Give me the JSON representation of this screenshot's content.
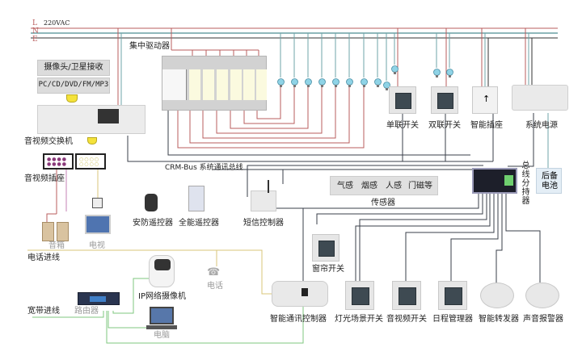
{
  "power": {
    "lines": [
      "L",
      "N",
      "E"
    ],
    "voltage": "220VAC"
  },
  "labels": {
    "central_driver": "集中驱动器",
    "bus_label": "CRM-Bus 系统通讯总线",
    "av_switcher": "音视频交换机",
    "av_socket": "音视频插座",
    "speaker": "音箱",
    "tv": "电视",
    "security_remote": "安防遥控器",
    "universal_remote": "全能遥控器",
    "sms_controller": "短信控制器",
    "phone_line": "电话进线",
    "broadband_line": "宽带进线",
    "router": "路由器",
    "ip_camera": "IP网络摄像机",
    "phone": "电话",
    "computer": "电脑",
    "single_switch": "单联开关",
    "double_switch": "双联开关",
    "smart_socket": "智能插座",
    "system_power": "系统电源",
    "backup_battery": "后备电池",
    "bus_splitter": [
      "总",
      "线",
      "分",
      "持",
      "器"
    ],
    "sensor_title": "传感器",
    "sensor_types": [
      "气感",
      "烟感",
      "人感",
      "门磁等"
    ],
    "curtain_switch": "窗帘开关",
    "comm_controller": "智能通讯控制器",
    "scene_switch": "灯光场景开关",
    "av_switch": "音视频开关",
    "schedule_manager": "日程管理器",
    "smart_repeater": "智能转发器",
    "sound_alarm": "声音报警器"
  },
  "sources": [
    "摄像头/卫星接收",
    "PC/CD/DVD/FM/MP3"
  ],
  "colors": {
    "live": "#b85c5c",
    "neutral": "#6fa5a8",
    "earth": "#333333",
    "bus": "#3a3f4a",
    "phone_wire": "#d8c47a",
    "net_wire": "#7fc77f",
    "av_wire": "#c580b4",
    "arrow": "#f4e23a",
    "bulb": "#8fd3e6"
  }
}
